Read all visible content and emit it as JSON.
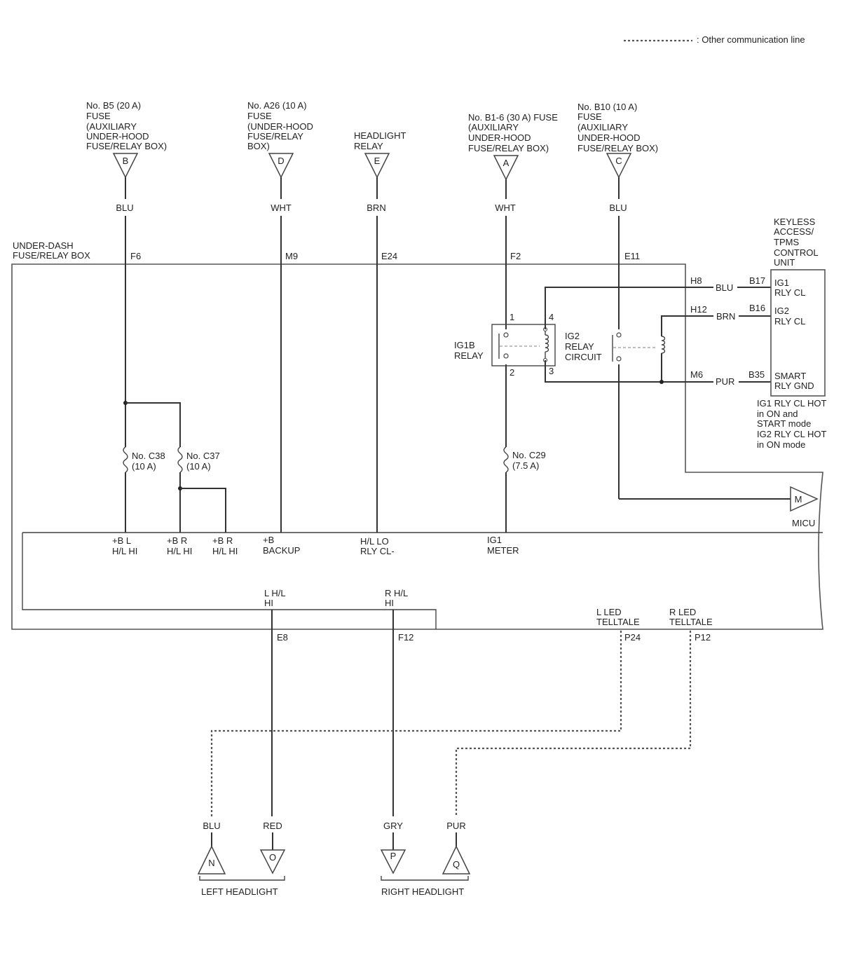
{
  "legend": {
    "other_comm_line": ": Other communication line"
  },
  "sources": {
    "b": {
      "lines": [
        "No. B5 (20 A)",
        "FUSE",
        "(AUXILIARY",
        "UNDER-HOOD",
        "FUSE/RELAY BOX)"
      ],
      "letter": "B",
      "wire": "BLU"
    },
    "d": {
      "lines": [
        "No. A26 (10 A)",
        "FUSE",
        "(UNDER-HOOD",
        "FUSE/RELAY",
        "BOX)"
      ],
      "letter": "D",
      "wire": "WHT"
    },
    "e": {
      "lines": [
        "HEADLIGHT",
        "RELAY"
      ],
      "letter": "E",
      "wire": "BRN"
    },
    "a": {
      "lines": [
        "No. B1-6 (30 A) FUSE",
        "(AUXILIARY",
        "UNDER-HOOD",
        "FUSE/RELAY BOX)"
      ],
      "letter": "A",
      "wire": "WHT"
    },
    "c": {
      "lines": [
        "No. B10 (10 A)",
        "FUSE",
        "(AUXILIARY",
        "UNDER-HOOD",
        "FUSE/RELAY BOX)"
      ],
      "letter": "C",
      "wire": "BLU"
    }
  },
  "under_dash_box": {
    "title_lines": [
      "UNDER-DASH",
      "FUSE/RELAY BOX"
    ],
    "terminals": {
      "f6": "F6",
      "m9": "M9",
      "e24": "E24",
      "f2": "F2",
      "e11": "E11",
      "h8": "H8",
      "h12": "H12",
      "m6": "M6",
      "e8": "E8",
      "f12": "F12",
      "p24": "P24",
      "p12": "P12"
    },
    "ig1b_relay": {
      "lines": [
        "IG1B",
        "RELAY"
      ],
      "pins": [
        "1",
        "2"
      ]
    },
    "ig2_relay": {
      "lines": [
        "IG2",
        "RELAY",
        "CIRCUIT"
      ],
      "pins": [
        "4",
        "3"
      ]
    },
    "fuses": {
      "c38": [
        "No. C38",
        "(10 A)"
      ],
      "c37": [
        "No. C37",
        "(10 A)"
      ],
      "c29": [
        "No. C29",
        "(7.5 A)"
      ]
    },
    "internal_labels": {
      "bl_hl_hi": [
        "+B L",
        "H/L HI"
      ],
      "br_hl_hi_1": [
        "+B R",
        "H/L HI"
      ],
      "br_hl_hi_2": [
        "+B R",
        "H/L HI"
      ],
      "b_backup": [
        "+B",
        "BACKUP"
      ],
      "hl_lo_rly": [
        "H/L LO",
        "RLY CL-"
      ],
      "ig1_meter": [
        "IG1",
        "METER"
      ],
      "l_hl_hi": [
        "L H/L",
        "HI"
      ],
      "r_hl_hi": [
        "R H/L",
        "HI"
      ],
      "l_led": [
        "L LED",
        "TELLTALE"
      ],
      "r_led": [
        "R LED",
        "TELLTALE"
      ]
    },
    "micu": {
      "label": "MICU",
      "letter": "M"
    }
  },
  "keyless_unit": {
    "title_lines": [
      "KEYLESS",
      "ACCESS/",
      "TPMS",
      "CONTROL",
      "UNIT"
    ],
    "pins": [
      {
        "wire": "BLU",
        "pin": "B17",
        "lines": [
          "IG1",
          "RLY CL"
        ]
      },
      {
        "wire": "BRN",
        "pin": "B16",
        "lines": [
          "IG2",
          "RLY CL"
        ]
      },
      {
        "wire": "PUR",
        "pin": "B35",
        "lines": [
          "SMART",
          "RLY GND"
        ]
      }
    ],
    "note_lines": [
      "IG1 RLY CL HOT",
      "in ON and",
      "START mode",
      "IG2 RLY CL HOT",
      "in ON mode"
    ]
  },
  "headlights": {
    "left": {
      "label": "LEFT HEADLIGHT",
      "connectors": [
        {
          "wire": "BLU",
          "letter": "N"
        },
        {
          "wire": "RED",
          "letter": "O"
        }
      ]
    },
    "right": {
      "label": "RIGHT HEADLIGHT",
      "connectors": [
        {
          "wire": "GRY",
          "letter": "P"
        },
        {
          "wire": "PUR",
          "letter": "Q"
        }
      ]
    }
  }
}
